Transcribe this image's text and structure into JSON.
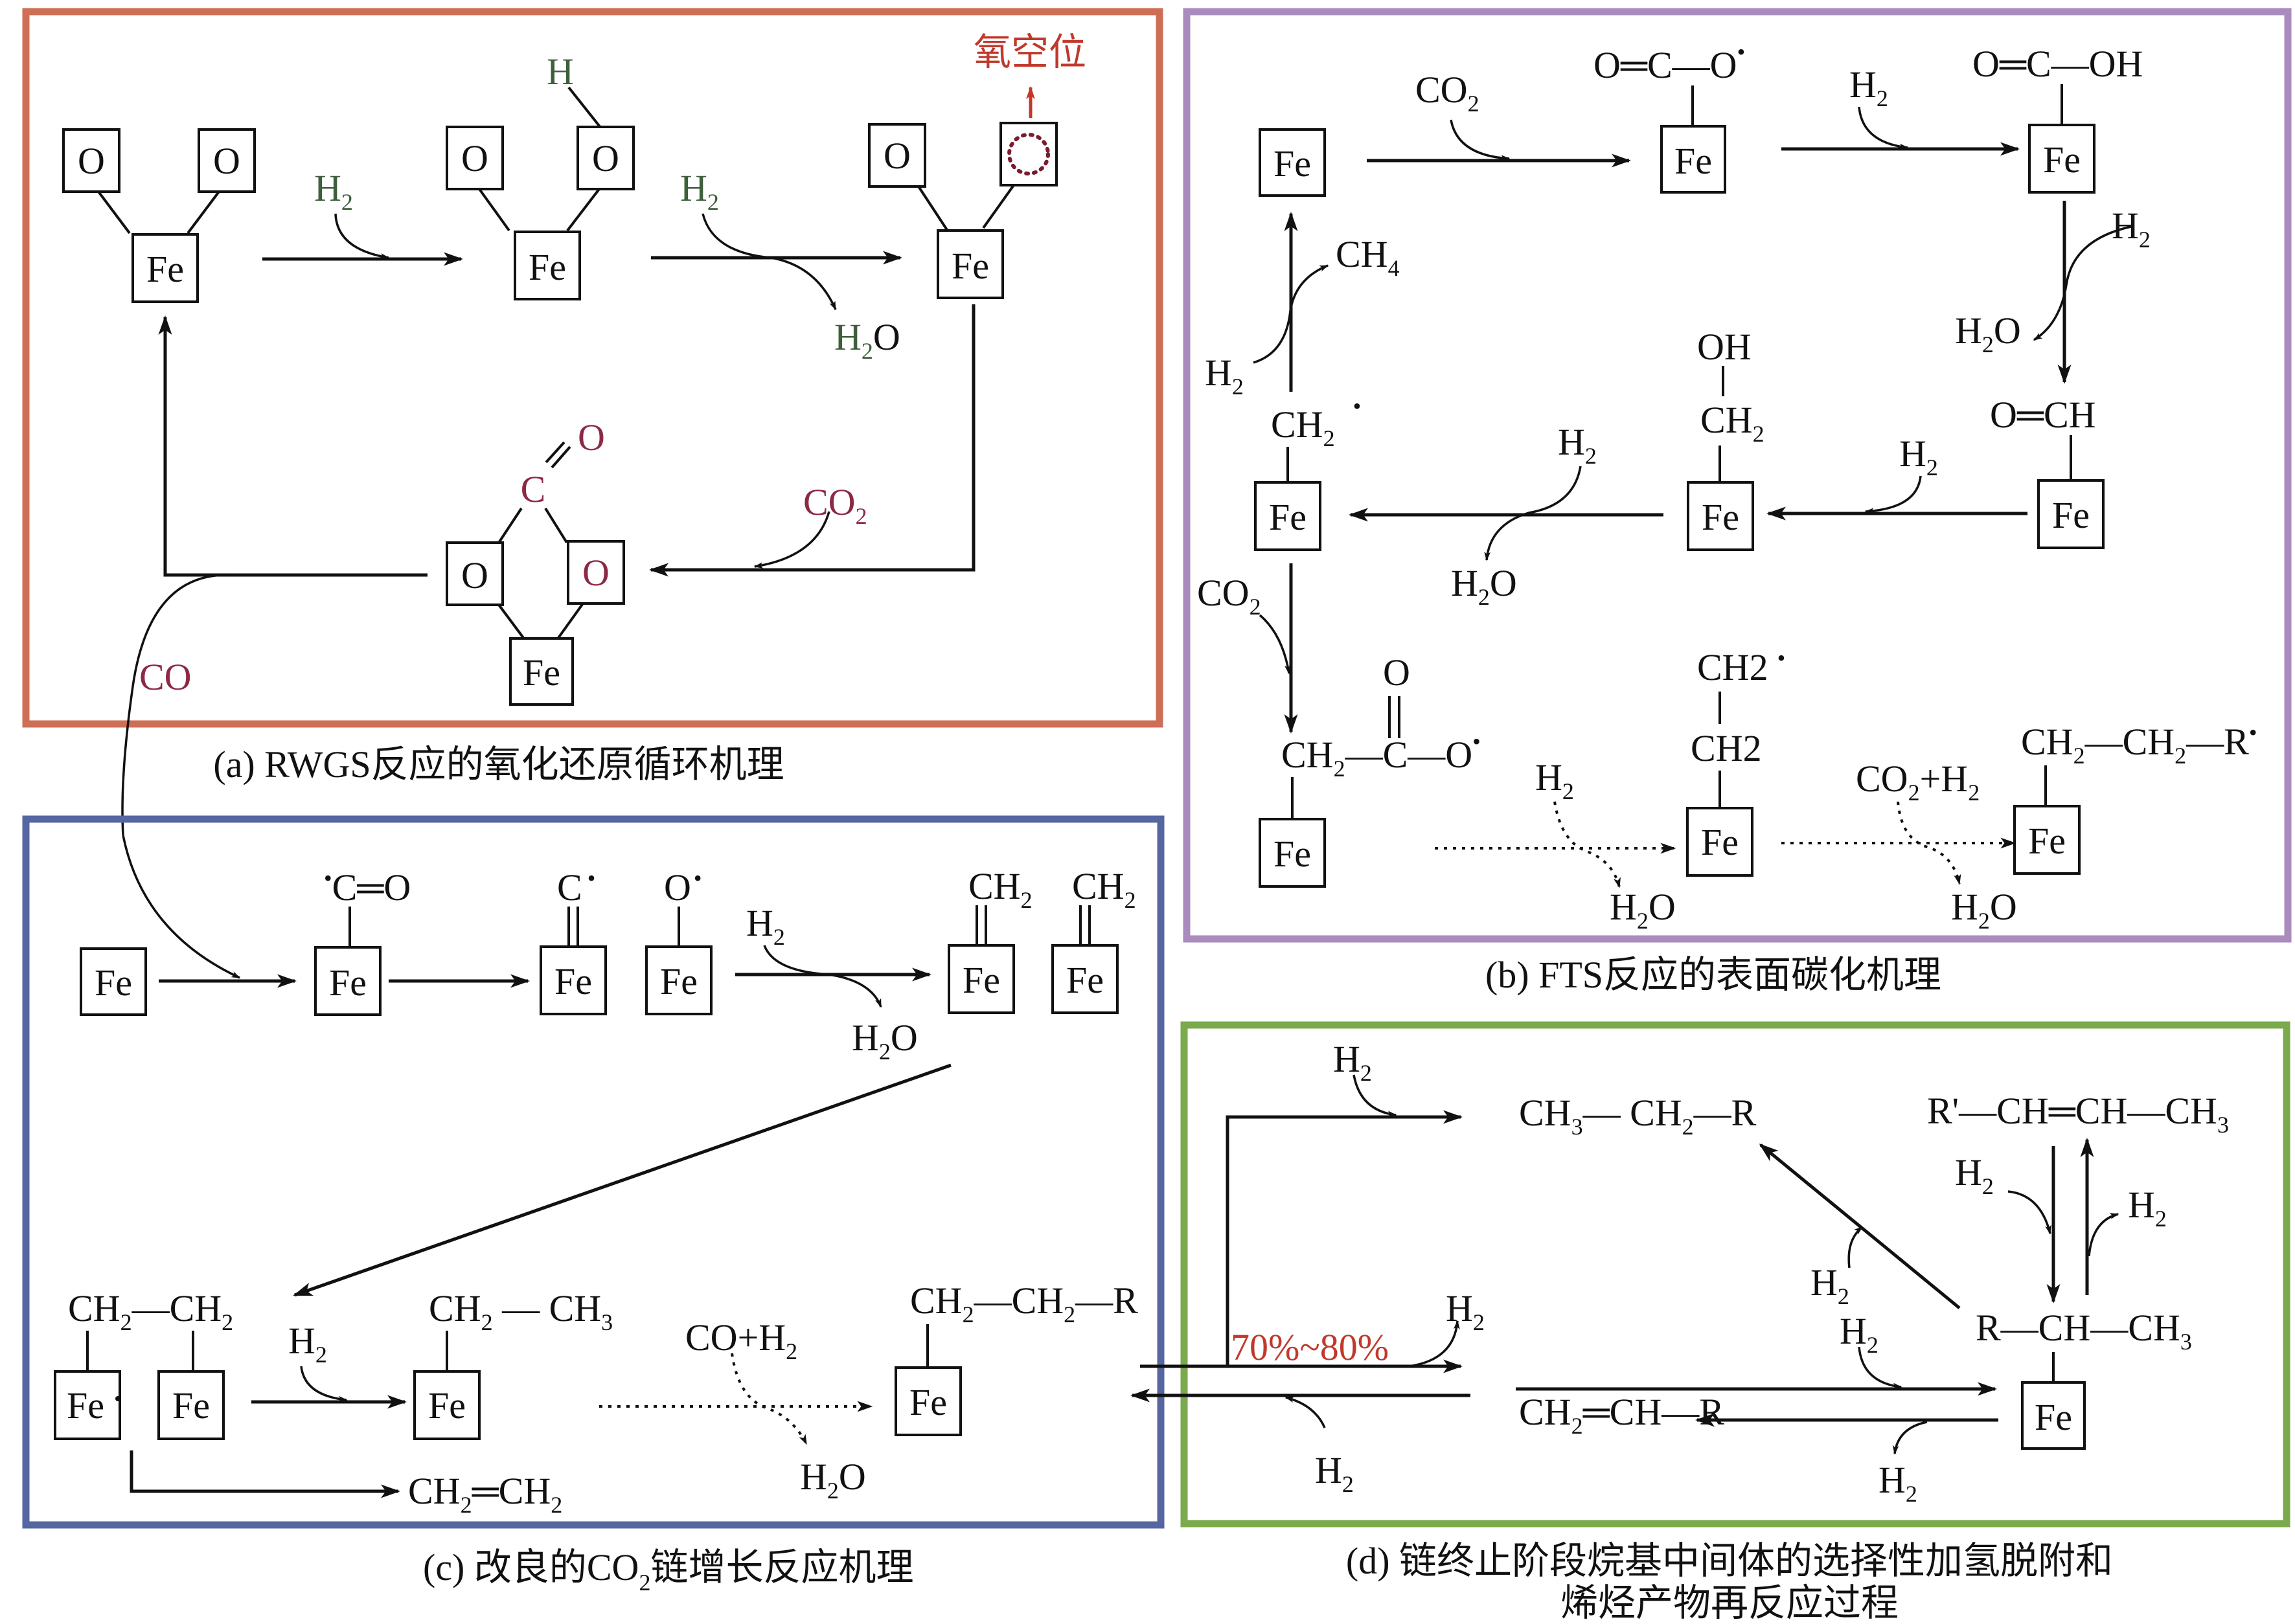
{
  "colors": {
    "panel_a_border": "#cd6e55",
    "panel_b_border": "#a98bbd",
    "panel_c_border": "#5566a0",
    "panel_d_border": "#7aaa4c",
    "hydrogen_label": "#3e5f3c",
    "co2_label": "#8c2a45",
    "vacancy_label": "#c0392b"
  },
  "atoms": {
    "fe": "Fe",
    "o": "O",
    "h": "H",
    "c": "C",
    "r": "R",
    "oh": "OH"
  },
  "species": {
    "h2": "H",
    "h2_sub": "2",
    "h2o": "H",
    "h2o_sub": "2",
    "h2o_tail": "O",
    "co2": "CO",
    "co2_sub": "2",
    "co": "CO",
    "ch4": "CH",
    "ch4_sub": "4",
    "ch2": "CH",
    "ch2_sub": "2",
    "ch3": "CH",
    "ch3_sub": "3",
    "ch2_literal": "CH2",
    "radical": "•"
  },
  "panel_a": {
    "caption": "(a) RWGS反应的氧化还原循环机理",
    "vacancy_label": "氧空位"
  },
  "panel_b": {
    "caption": "(b) FTS反应的表面碳化机理",
    "formate": "O═C—O",
    "formic": "O═C—OH",
    "formyl": "O═CH",
    "chain_r": "—CH",
    "r_end": "—R",
    "co2_plus_h2": "CO",
    "plus_h2": "+H",
    "carboxyl_bond": "—C—O"
  },
  "panel_c": {
    "caption_prefix": "(c)  改良的CO",
    "caption_sub": "2",
    "caption_suffix": "链增长反应机理",
    "c_eq_o": "C═O",
    "ethylene": "CH",
    "ethylene_mid": "═CH",
    "co_plus_h2": "CO+H",
    "ch2_ch3_bond": " — ",
    "chain_bond": "—"
  },
  "panel_d": {
    "caption_line1": "(d) 链终止阶段烷基中间体的选择性加氢脱附和",
    "caption_line2": "烯烃产物再反应过程",
    "percentage": "70%~80%",
    "alkane_a": "CH",
    "alkane_b": "—  CH",
    "alkane_c": "—R",
    "olefin_a": "CH",
    "olefin_b": "═CH—R",
    "internal_olefin": "R'—CH═CH—CH",
    "alkyl": "R—CH—CH"
  }
}
